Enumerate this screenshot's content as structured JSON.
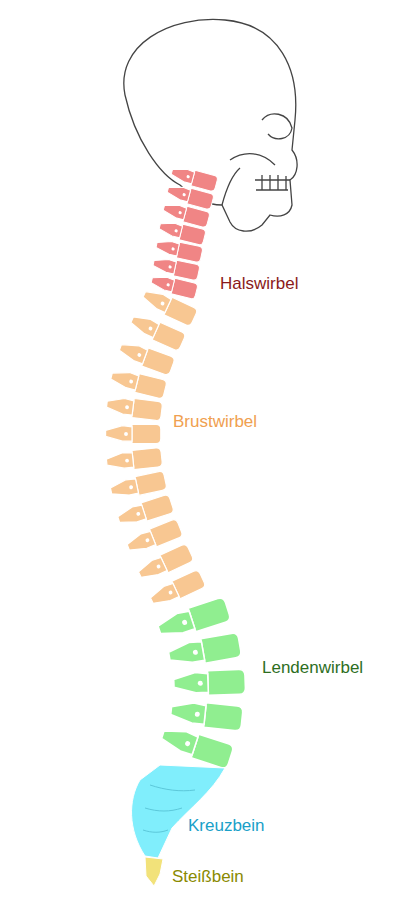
{
  "diagram": {
    "labels": [
      "Halswirbel",
      "Brustwirbel",
      "Lendenwirbel",
      "Kreuzbein",
      "Steißbein"
    ]
  }
}
